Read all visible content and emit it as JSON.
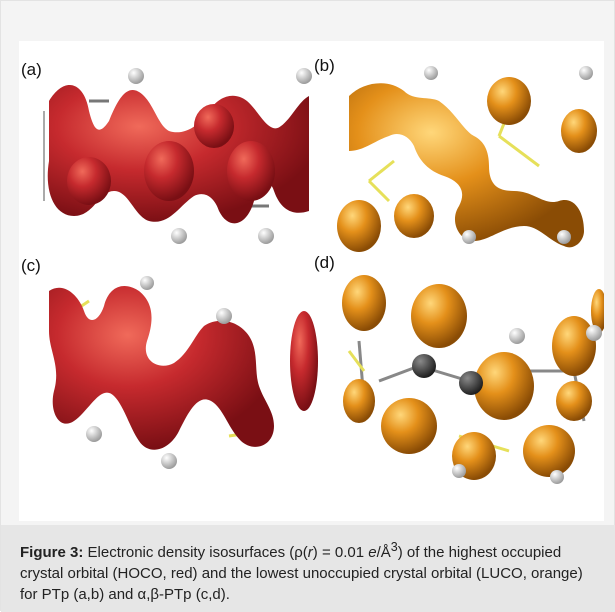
{
  "figure": {
    "panel_labels": [
      "(a)",
      "(b)",
      "(c)",
      "(d)"
    ],
    "colors": {
      "homo_red": "#c0222a",
      "lumo_orange": "#e08a12",
      "hydrogen": "#f2f2f2",
      "carbon": "#3a3a3a",
      "sulfur": "#e6e05a"
    }
  },
  "caption": {
    "label": "Figure 3:",
    "text_part1": " Electronic density isosurfaces (ρ(",
    "r": "r",
    "text_part2": ") = 0.01 ",
    "e_unit": "e",
    "text_part3": "/Å",
    "exponent": "3",
    "text_part4": ") of the highest occupied crystal orbital (HOCO, red) and the lowest unoccupied crystal orbital (LUCO, orange) for PTp (a,b) and α,β-PTp (c,d)."
  }
}
